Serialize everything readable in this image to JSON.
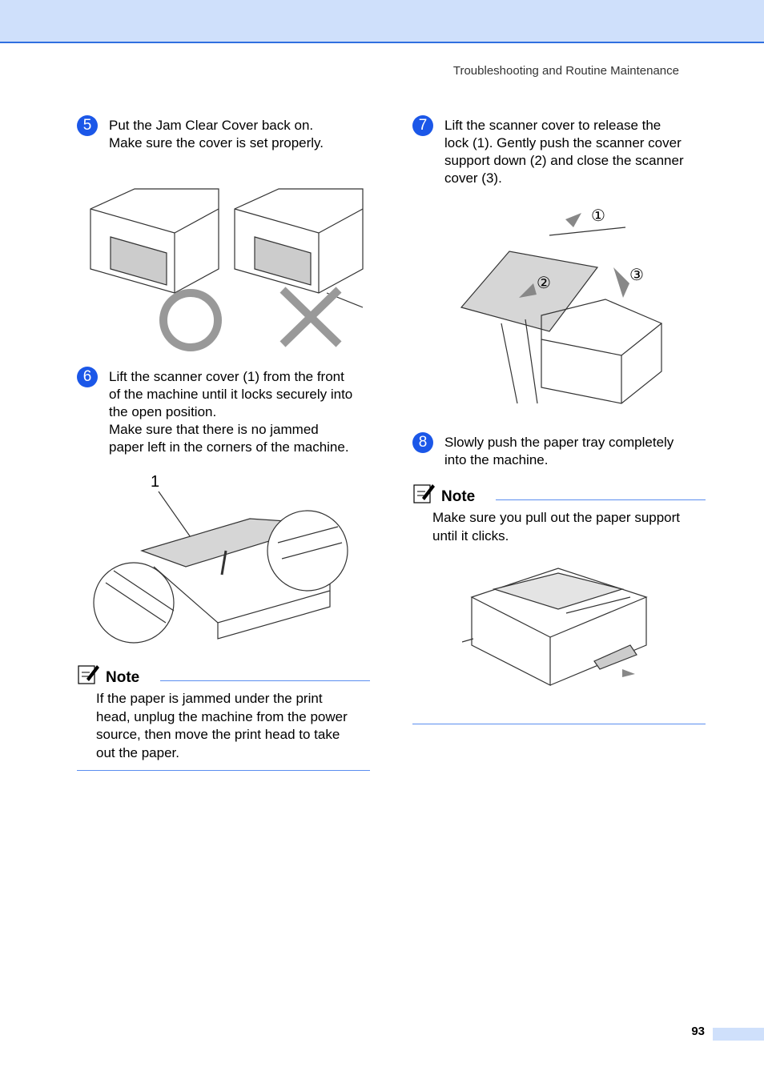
{
  "header": {
    "running_title": "Troubleshooting and Routine Maintenance"
  },
  "steps": [
    {
      "number": "5",
      "text": "Put the Jam Clear Cover back on.\nMake sure the cover is set properly."
    },
    {
      "number": "6",
      "text": "Lift the scanner cover (1) from the front\nof the machine until it locks securely into\nthe open position.\nMake sure that there is no jammed\npaper left in the corners of the machine."
    },
    {
      "number": "7",
      "text": "Lift the scanner cover to release the\nlock (1). Gently push the scanner cover\nsupport down (2) and close the scanner\ncover (3)."
    },
    {
      "number": "8",
      "text": "Slowly push the paper tray completely\ninto the machine."
    }
  ],
  "figure_labels": {
    "step6_callout": "1",
    "step7_callouts": [
      "①",
      "②",
      "③"
    ]
  },
  "notes": [
    {
      "title": "Note",
      "text": "If the paper is jammed under the print\nhead, unplug the machine from the power\nsource, then move the print head to take\nout the paper."
    },
    {
      "title": "Note",
      "text": "Make sure you pull out the paper support\nuntil it clicks."
    }
  ],
  "footer": {
    "page_number": "93"
  },
  "colors": {
    "accent": "#1b57e8",
    "band": "#cfe0fb",
    "rule": "#5b8ef0"
  }
}
